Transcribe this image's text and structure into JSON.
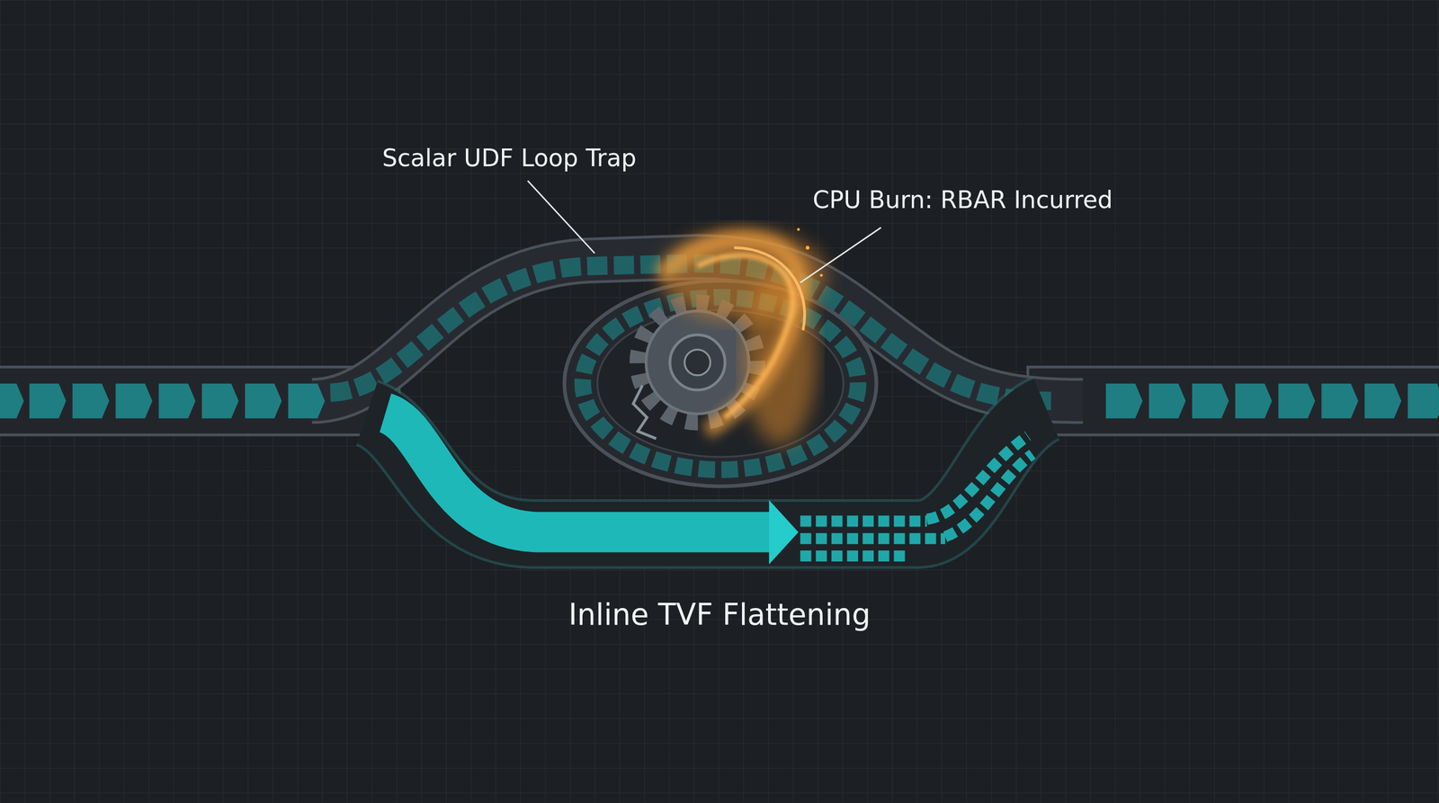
{
  "diagram": {
    "labels": [
      "Scalar UDF Loop Trap",
      "CPU Burn: RBAR Incurred",
      "Inline TVF Flattening"
    ]
  }
}
